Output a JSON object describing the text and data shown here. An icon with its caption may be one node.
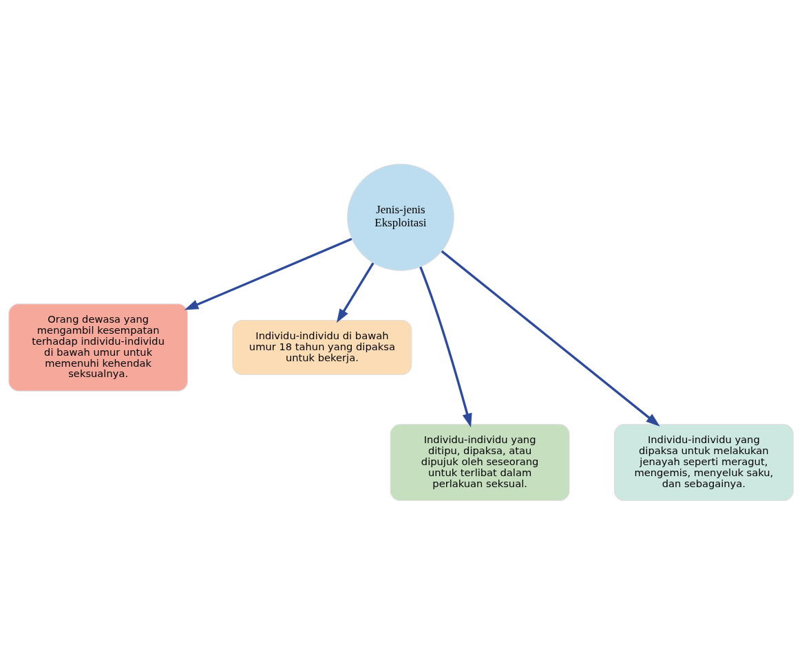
{
  "diagram": {
    "nodes": [
      {
        "text": [
          "Jenis-jenis Eksploitasi"
        ]
      },
      {
        "text": [
          "Orang dewasa yang mengambil kesempatan terhadap individu-individu di bawah umur untuk memenuhi kehendak seksualnya."
        ]
      },
      {
        "text": [
          "Individu-individu di bawah umur 18 tahun yang dipaksa untuk bekerja."
        ]
      },
      {
        "text": [
          "Individu-individu yang ditipu, dipaksa, atau dipujuk oleh seseorang untuk terlibat dalam perlakuan seksual."
        ]
      },
      {
        "text": [
          "Individu-individu yang dipaksa untuk melakukan jenayah seperti meragut, mengemis, menyeluk saku, dan sebagainya."
        ]
      }
    ],
    "edges": [
      {
        "from": 0,
        "to": 1,
        "arrow": "to"
      },
      {
        "from": 0,
        "to": 2,
        "arrow": "to"
      },
      {
        "from": 0,
        "to": 3,
        "arrow": "to"
      },
      {
        "from": 0,
        "to": 4,
        "arrow": "to"
      }
    ]
  }
}
